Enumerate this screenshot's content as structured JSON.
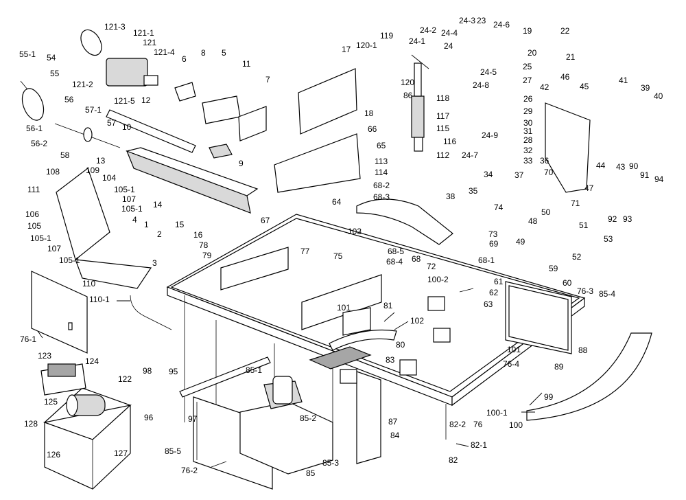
{
  "diagram": {
    "labels": [
      {
        "id": "55-1",
        "text": "55-1"
      },
      {
        "id": "54",
        "text": "54"
      },
      {
        "id": "55",
        "text": "55"
      },
      {
        "id": "56",
        "text": "56"
      },
      {
        "id": "56-1",
        "text": "56-1"
      },
      {
        "id": "56-2",
        "text": "56-2"
      },
      {
        "id": "57-1",
        "text": "57-1"
      },
      {
        "id": "57",
        "text": "57"
      },
      {
        "id": "58",
        "text": "58"
      },
      {
        "id": "10",
        "text": "10"
      },
      {
        "id": "121-3",
        "text": "121-3"
      },
      {
        "id": "121-1",
        "text": "121-1"
      },
      {
        "id": "121",
        "text": "121"
      },
      {
        "id": "121-4",
        "text": "121-4"
      },
      {
        "id": "121-2",
        "text": "121-2"
      },
      {
        "id": "121-5",
        "text": "121-5"
      },
      {
        "id": "12",
        "text": "12"
      },
      {
        "id": "6",
        "text": "6"
      },
      {
        "id": "8",
        "text": "8"
      },
      {
        "id": "5",
        "text": "5"
      },
      {
        "id": "11",
        "text": "11"
      },
      {
        "id": "7",
        "text": "7"
      },
      {
        "id": "9",
        "text": "9"
      },
      {
        "id": "13",
        "text": "13"
      },
      {
        "id": "108",
        "text": "108"
      },
      {
        "id": "109",
        "text": "109"
      },
      {
        "id": "104",
        "text": "104"
      },
      {
        "id": "111",
        "text": "111"
      },
      {
        "id": "105-1a",
        "text": "105-1"
      },
      {
        "id": "107a",
        "text": "107"
      },
      {
        "id": "105-1b",
        "text": "105-1"
      },
      {
        "id": "106",
        "text": "106"
      },
      {
        "id": "105",
        "text": "105"
      },
      {
        "id": "4",
        "text": "4"
      },
      {
        "id": "105-1c",
        "text": "105-1"
      },
      {
        "id": "107b",
        "text": "107"
      },
      {
        "id": "105-1d",
        "text": "105-1"
      },
      {
        "id": "1",
        "text": "1"
      },
      {
        "id": "2",
        "text": "2"
      },
      {
        "id": "3",
        "text": "3"
      },
      {
        "id": "110",
        "text": "110"
      },
      {
        "id": "110-1",
        "text": "110-1"
      },
      {
        "id": "14",
        "text": "14"
      },
      {
        "id": "15",
        "text": "15"
      },
      {
        "id": "16",
        "text": "16"
      },
      {
        "id": "67",
        "text": "67"
      },
      {
        "id": "78",
        "text": "78"
      },
      {
        "id": "79",
        "text": "79"
      },
      {
        "id": "77",
        "text": "77"
      },
      {
        "id": "76-1",
        "text": "76-1"
      },
      {
        "id": "123",
        "text": "123"
      },
      {
        "id": "124",
        "text": "124"
      },
      {
        "id": "125",
        "text": "125"
      },
      {
        "id": "122",
        "text": "122"
      },
      {
        "id": "128",
        "text": "128"
      },
      {
        "id": "126",
        "text": "126"
      },
      {
        "id": "127",
        "text": "127"
      },
      {
        "id": "98",
        "text": "98"
      },
      {
        "id": "95",
        "text": "95"
      },
      {
        "id": "96",
        "text": "96"
      },
      {
        "id": "97",
        "text": "97"
      },
      {
        "id": "85-5",
        "text": "85-5"
      },
      {
        "id": "76-2",
        "text": "76-2"
      },
      {
        "id": "85-1",
        "text": "85-1"
      },
      {
        "id": "85-2",
        "text": "85-2"
      },
      {
        "id": "85-3",
        "text": "85-3"
      },
      {
        "id": "85",
        "text": "85"
      },
      {
        "id": "119",
        "text": "119"
      },
      {
        "id": "120-1",
        "text": "120-1"
      },
      {
        "id": "120",
        "text": "120"
      },
      {
        "id": "17",
        "text": "17"
      },
      {
        "id": "86",
        "text": "86"
      },
      {
        "id": "18",
        "text": "18"
      },
      {
        "id": "66",
        "text": "66"
      },
      {
        "id": "65",
        "text": "65"
      },
      {
        "id": "64",
        "text": "64"
      },
      {
        "id": "24-2",
        "text": "24-2"
      },
      {
        "id": "24-1",
        "text": "24-1"
      },
      {
        "id": "118",
        "text": "118"
      },
      {
        "id": "117",
        "text": "117"
      },
      {
        "id": "115",
        "text": "115"
      },
      {
        "id": "116",
        "text": "116"
      },
      {
        "id": "112",
        "text": "112"
      },
      {
        "id": "113",
        "text": "113"
      },
      {
        "id": "114",
        "text": "114"
      },
      {
        "id": "68-2",
        "text": "68-2"
      },
      {
        "id": "68-3",
        "text": "68-3"
      },
      {
        "id": "38",
        "text": "38"
      },
      {
        "id": "24-3",
        "text": "24-3"
      },
      {
        "id": "23",
        "text": "23"
      },
      {
        "id": "24-4",
        "text": "24-4"
      },
      {
        "id": "24",
        "text": "24"
      },
      {
        "id": "24-6",
        "text": "24-6"
      },
      {
        "id": "24-5",
        "text": "24-5"
      },
      {
        "id": "24-8",
        "text": "24-8"
      },
      {
        "id": "24-9",
        "text": "24-9"
      },
      {
        "id": "24-7",
        "text": "24-7"
      },
      {
        "id": "34",
        "text": "34"
      },
      {
        "id": "35",
        "text": "35"
      },
      {
        "id": "19",
        "text": "19"
      },
      {
        "id": "20",
        "text": "20"
      },
      {
        "id": "22",
        "text": "22"
      },
      {
        "id": "21",
        "text": "21"
      },
      {
        "id": "25",
        "text": "25"
      },
      {
        "id": "27",
        "text": "27"
      },
      {
        "id": "26",
        "text": "26"
      },
      {
        "id": "29",
        "text": "29"
      },
      {
        "id": "30",
        "text": "30"
      },
      {
        "id": "31",
        "text": "31"
      },
      {
        "id": "28",
        "text": "28"
      },
      {
        "id": "32",
        "text": "32"
      },
      {
        "id": "33",
        "text": "33"
      },
      {
        "id": "37",
        "text": "37"
      },
      {
        "id": "36",
        "text": "36"
      },
      {
        "id": "70",
        "text": "70"
      },
      {
        "id": "46",
        "text": "46"
      },
      {
        "id": "45",
        "text": "45"
      },
      {
        "id": "42",
        "text": "42"
      },
      {
        "id": "41",
        "text": "41"
      },
      {
        "id": "39",
        "text": "39"
      },
      {
        "id": "40",
        "text": "40"
      },
      {
        "id": "44",
        "text": "44"
      },
      {
        "id": "43",
        "text": "43"
      },
      {
        "id": "90",
        "text": "90"
      },
      {
        "id": "91",
        "text": "91"
      },
      {
        "id": "94",
        "text": "94"
      },
      {
        "id": "47",
        "text": "47"
      },
      {
        "id": "71",
        "text": "71"
      },
      {
        "id": "92",
        "text": "92"
      },
      {
        "id": "93",
        "text": "93"
      },
      {
        "id": "74",
        "text": "74"
      },
      {
        "id": "73",
        "text": "73"
      },
      {
        "id": "50",
        "text": "50"
      },
      {
        "id": "51",
        "text": "51"
      },
      {
        "id": "48",
        "text": "48"
      },
      {
        "id": "53",
        "text": "53"
      },
      {
        "id": "49",
        "text": "49"
      },
      {
        "id": "52",
        "text": "52"
      },
      {
        "id": "69",
        "text": "69"
      },
      {
        "id": "103",
        "text": "103"
      },
      {
        "id": "68-5",
        "text": "68-5"
      },
      {
        "id": "68-4",
        "text": "68-4"
      },
      {
        "id": "68",
        "text": "68"
      },
      {
        "id": "72",
        "text": "72"
      },
      {
        "id": "68-1",
        "text": "68-1"
      },
      {
        "id": "59",
        "text": "59"
      },
      {
        "id": "60",
        "text": "60"
      },
      {
        "id": "100-2",
        "text": "100-2"
      },
      {
        "id": "61",
        "text": "61"
      },
      {
        "id": "62",
        "text": "62"
      },
      {
        "id": "63",
        "text": "63"
      },
      {
        "id": "75",
        "text": "75"
      },
      {
        "id": "101a",
        "text": "101"
      },
      {
        "id": "81",
        "text": "81"
      },
      {
        "id": "102",
        "text": "102"
      },
      {
        "id": "80",
        "text": "80"
      },
      {
        "id": "83",
        "text": "83"
      },
      {
        "id": "76-3",
        "text": "76-3"
      },
      {
        "id": "85-4",
        "text": "85-4"
      },
      {
        "id": "101b",
        "text": "101"
      },
      {
        "id": "76-4",
        "text": "76-4"
      },
      {
        "id": "89",
        "text": "89"
      },
      {
        "id": "88",
        "text": "88"
      },
      {
        "id": "99",
        "text": "99"
      },
      {
        "id": "100-1",
        "text": "100-1"
      },
      {
        "id": "100",
        "text": "100"
      },
      {
        "id": "87",
        "text": "87"
      },
      {
        "id": "84",
        "text": "84"
      },
      {
        "id": "76",
        "text": "76"
      },
      {
        "id": "82-2",
        "text": "82-2"
      },
      {
        "id": "82-1",
        "text": "82-1"
      },
      {
        "id": "82",
        "text": "82"
      }
    ]
  }
}
